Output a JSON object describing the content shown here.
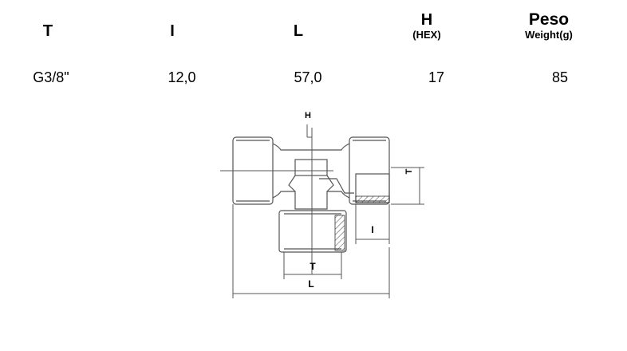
{
  "table": {
    "headers": [
      {
        "label": "T",
        "sub": ""
      },
      {
        "label": "I",
        "sub": ""
      },
      {
        "label": "L",
        "sub": ""
      },
      {
        "label": "H",
        "sub": "(HEX)"
      },
      {
        "label": "Peso",
        "sub": "Weight(g)"
      }
    ],
    "values": [
      "G3/8\"",
      "12,0",
      "57,0",
      "17",
      "85"
    ]
  },
  "drawing": {
    "label_h": "H",
    "label_t_side": "T",
    "label_i": "I",
    "label_t_bottom": "T",
    "label_l": "L"
  }
}
